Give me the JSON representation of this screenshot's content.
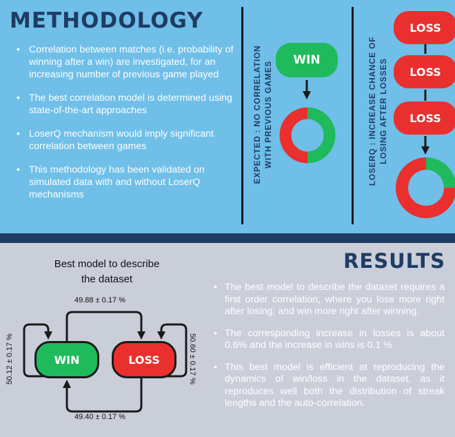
{
  "methodology": {
    "title": "METHODOLOGY",
    "bullets": [
      "Correlation between matches (i.e. probability of winning after a win) are investigated, for an increasing number of previous game played",
      "The best correlation model is determined using state-of-the-art approaches",
      "LoserQ mechanism would imply significant correlation between games",
      "This methodology has been validated on simulated data with and without LoserQ mechanisms"
    ]
  },
  "expected": {
    "label_line1": "EXPECTED : NO CORRELATION",
    "label_line2": "WITH PREVIOUS GAMES",
    "pill": "WIN",
    "donut_green_fraction": 0.5
  },
  "loserq": {
    "label_line1": "LOSERQ : INCREASE CHANCE OF",
    "label_line2": "LOSING AFTER LOSSES",
    "pills": [
      "LOSS",
      "LOSS",
      "LOSS"
    ],
    "donut_green_fraction": 0.25
  },
  "results": {
    "title": "RESULTS",
    "bullets": [
      "The best model to describe the dataset requires a first order correlation, where you lose more right after losing, and win more right after winning.",
      "The corresponding increase in losses is about 0.6% and the increase in wins is 0.1 %",
      "This best model is efficient at reproducing the dynamics of win/loss in the dataset, as it reproduces well both the distribution of streak lengths and the auto-correlation."
    ]
  },
  "model": {
    "title_line1": "Best model to describe",
    "title_line2": "the dataset",
    "win_label": "WIN",
    "loss_label": "LOSS",
    "win_to_loss": "49.88 ± 0.17 %",
    "loss_to_win": "49.40 ± 0.17 %",
    "win_to_win": "50.12 ± 0.17 %",
    "loss_to_loss": "50.60 ± 0.17 %"
  },
  "colors": {
    "win": "#1fba5c",
    "loss": "#ea2f2f",
    "navy": "#1f3c63",
    "top_bg": "#6fbfe8",
    "bottom_bg": "#c9ced9"
  }
}
